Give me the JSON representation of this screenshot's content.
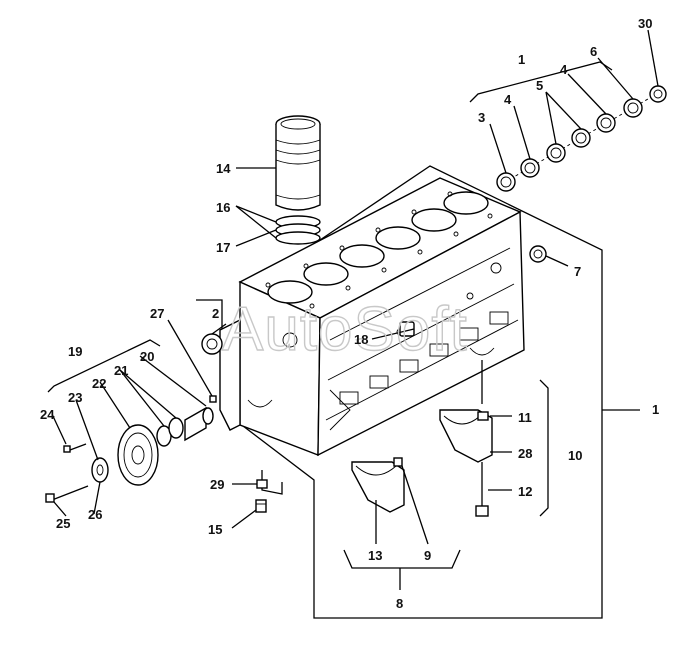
{
  "watermark": "AutoSoft",
  "callouts": {
    "c1a": "1",
    "c1b": "1",
    "c2": "2",
    "c3": "3",
    "c4a": "4",
    "c4b": "4",
    "c5": "5",
    "c6": "6",
    "c7": "7",
    "c8": "8",
    "c9": "9",
    "c10": "10",
    "c11": "11",
    "c12": "12",
    "c13": "13",
    "c14": "14",
    "c15": "15",
    "c16": "16",
    "c17": "17",
    "c18": "18",
    "c19": "19",
    "c20": "20",
    "c21": "21",
    "c22": "22",
    "c23": "23",
    "c24": "24",
    "c25": "25",
    "c26": "26",
    "c27": "27",
    "c28": "28",
    "c29": "29",
    "c30": "30"
  }
}
